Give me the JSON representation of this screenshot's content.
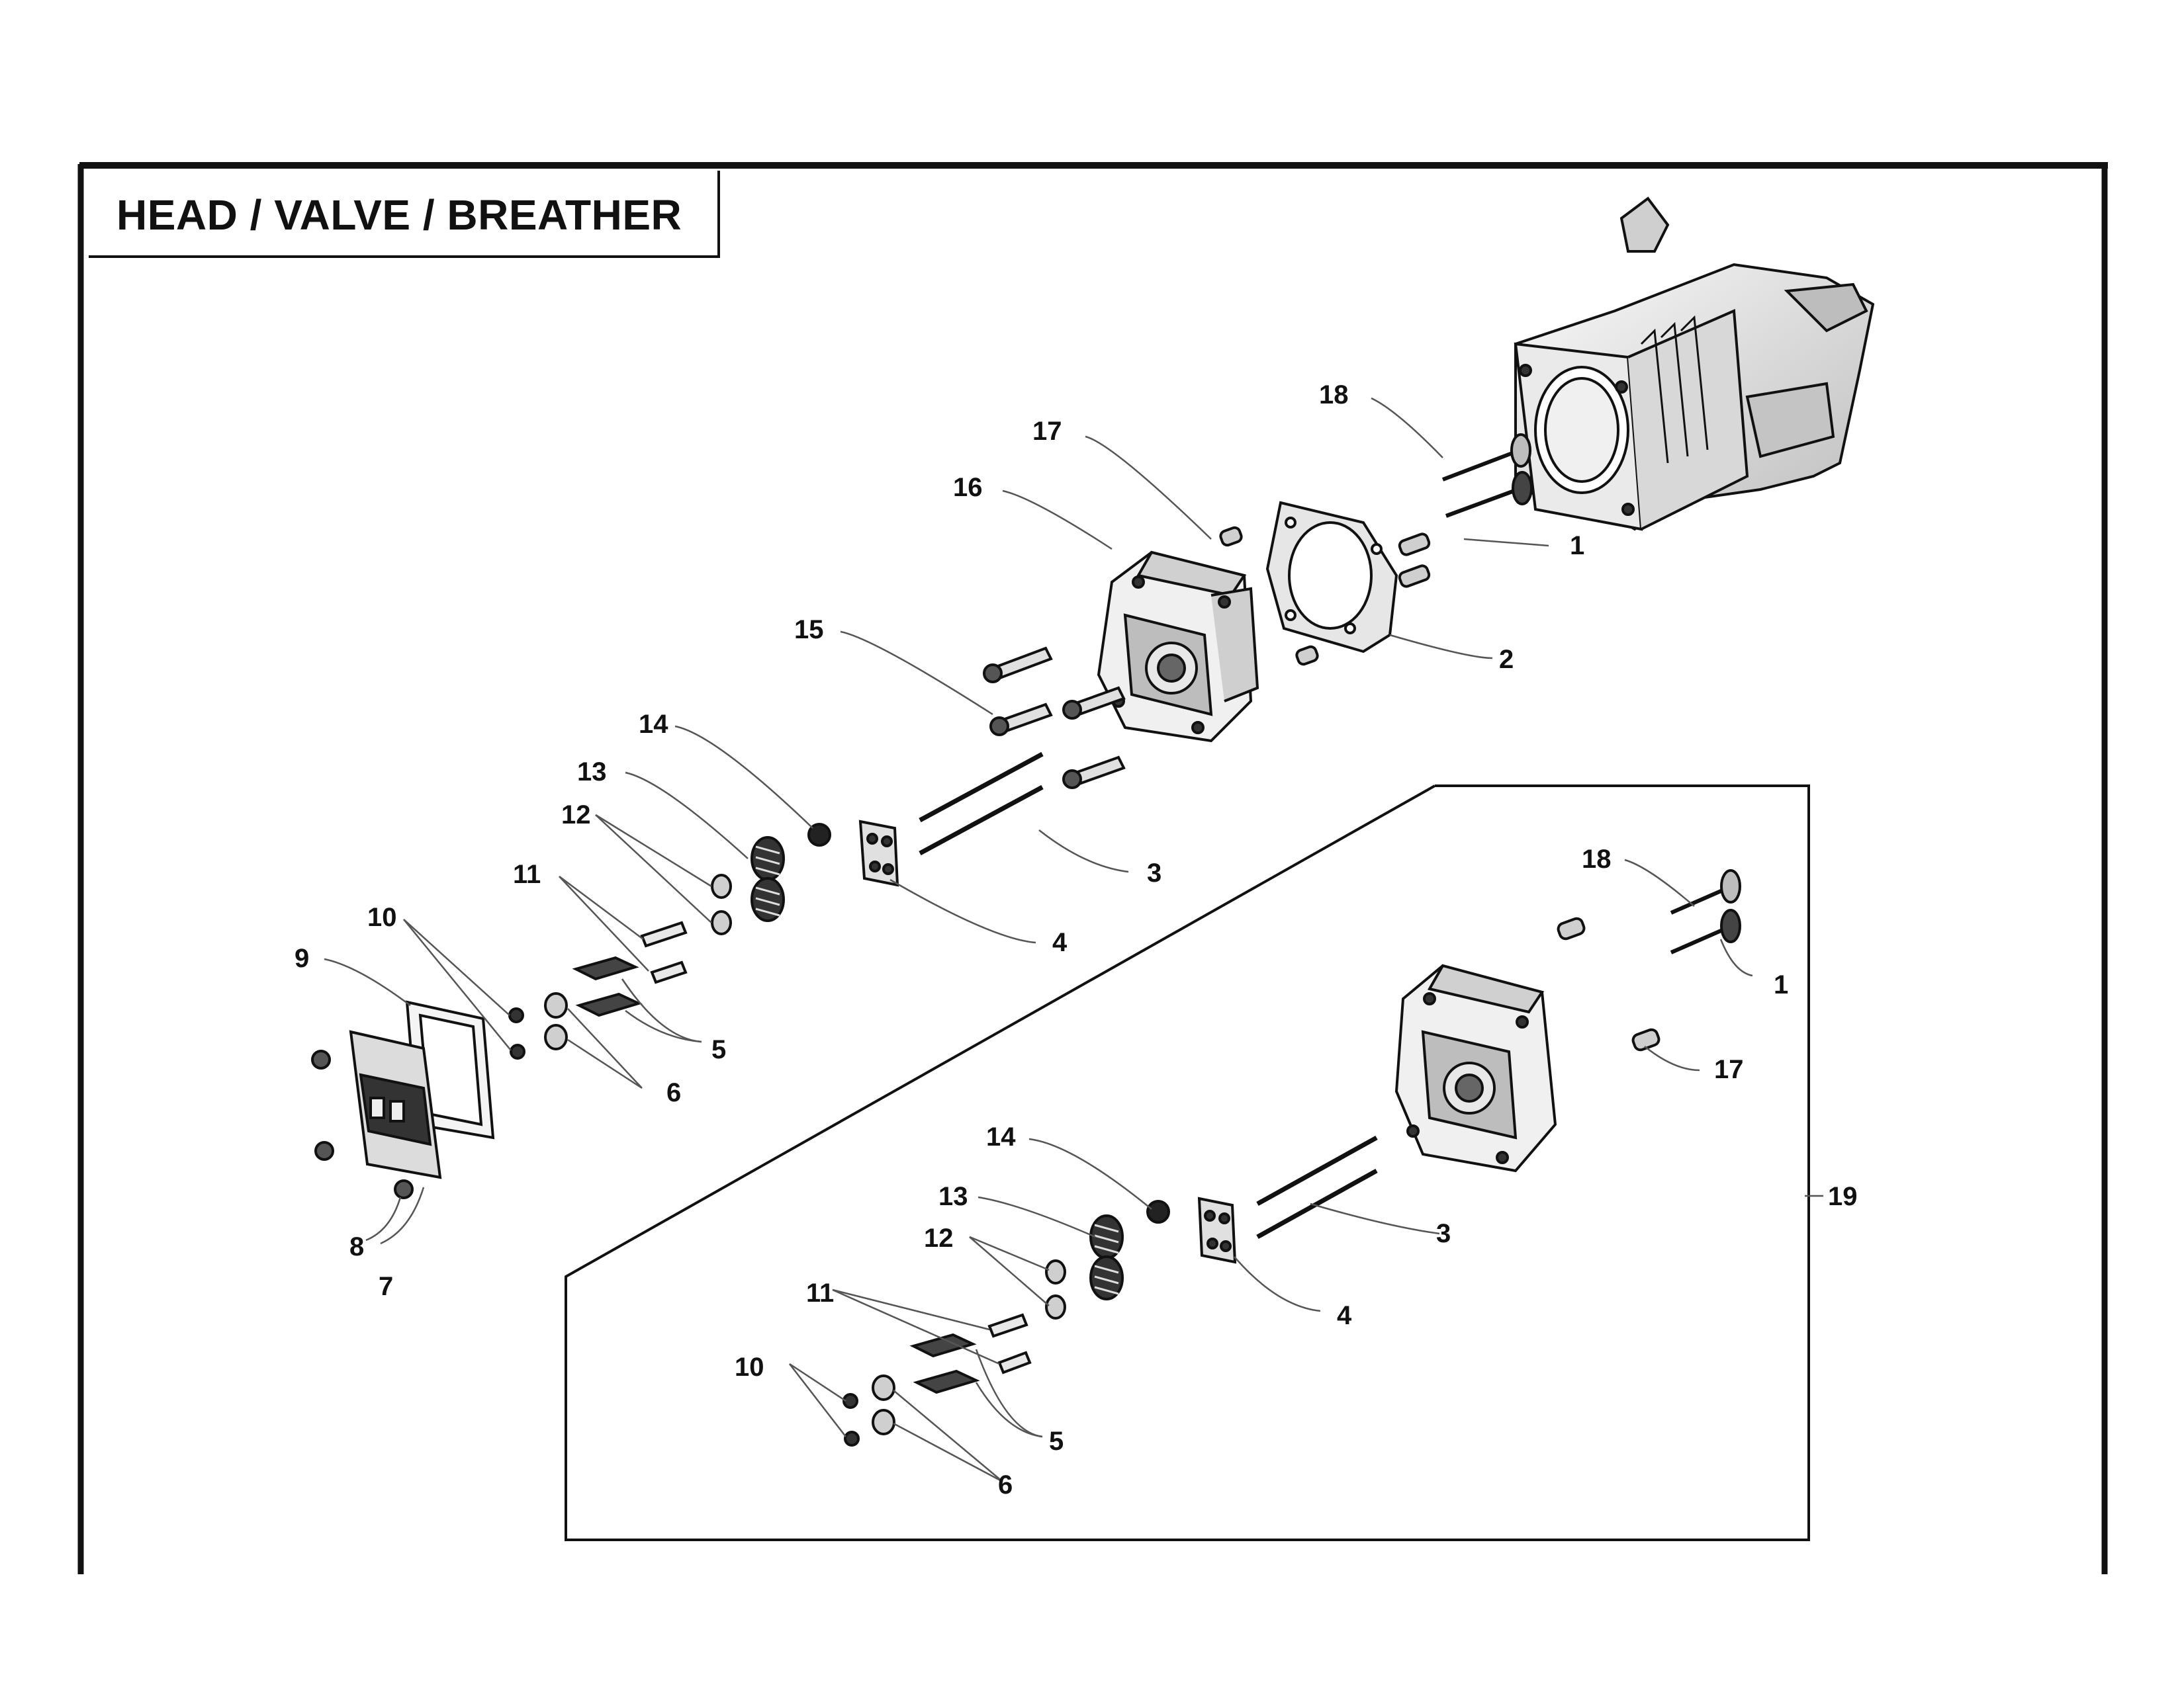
{
  "title": "HEAD / VALVE / BREATHER",
  "colors": {
    "line": "#111111",
    "part_fill": "#f4f4f4",
    "part_shade": "#9a9a9a",
    "dark": "#222222"
  },
  "callouts_main": [
    "1",
    "2",
    "3",
    "4",
    "5",
    "6",
    "7",
    "8",
    "9",
    "10",
    "11",
    "12",
    "13",
    "14",
    "15",
    "16",
    "17",
    "18"
  ],
  "callouts_inset": [
    "1",
    "3",
    "4",
    "5",
    "6",
    "10",
    "11",
    "12",
    "13",
    "14",
    "17",
    "18",
    "19"
  ]
}
